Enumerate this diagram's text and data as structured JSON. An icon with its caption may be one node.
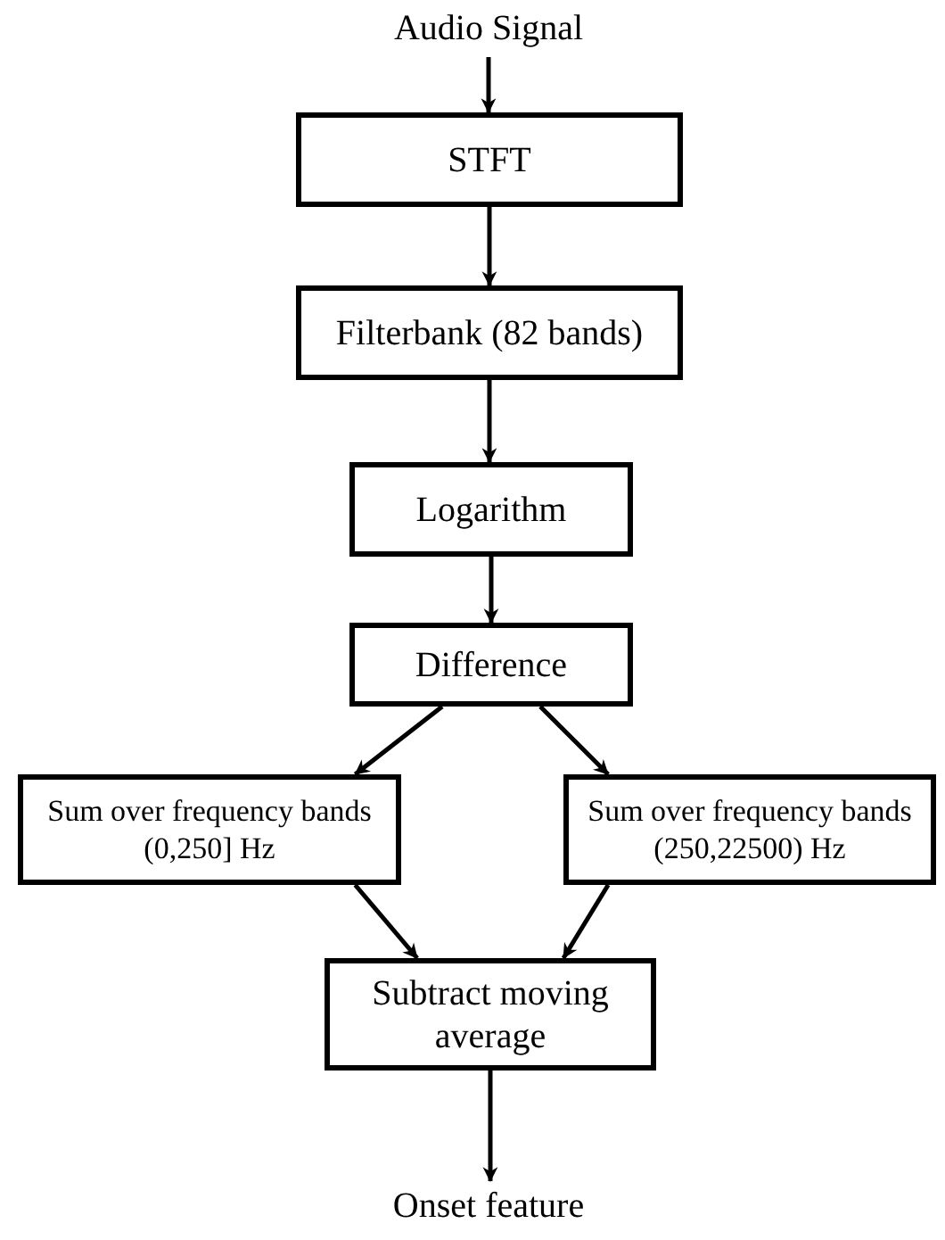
{
  "diagram": {
    "nodes": [
      {
        "text": [
          "Audio Signal"
        ]
      },
      {
        "text": [
          "STFT"
        ]
      },
      {
        "text": [
          "Filterbank (82 bands)"
        ]
      },
      {
        "text": [
          "Logarithm"
        ]
      },
      {
        "text": [
          "Difference"
        ]
      },
      {
        "text": [
          "Sum over frequency bands (0,250] Hz"
        ]
      },
      {
        "text": [
          "Sum over frequency bands (250,22500) Hz"
        ]
      },
      {
        "text": [
          "Subtract moving average"
        ]
      },
      {
        "text": [
          "Onset feature"
        ]
      }
    ],
    "edges": [
      {
        "from": 0,
        "to": 1,
        "arrow": "to"
      },
      {
        "from": 1,
        "to": 2,
        "arrow": "to"
      },
      {
        "from": 2,
        "to": 3,
        "arrow": "to"
      },
      {
        "from": 3,
        "to": 4,
        "arrow": "to"
      },
      {
        "from": 4,
        "to": 5,
        "arrow": "to"
      },
      {
        "from": 4,
        "to": 6,
        "arrow": "to"
      },
      {
        "from": 5,
        "to": 7,
        "arrow": "to"
      },
      {
        "from": 6,
        "to": 7,
        "arrow": "to"
      },
      {
        "from": 7,
        "to": 8,
        "arrow": "to"
      }
    ]
  }
}
